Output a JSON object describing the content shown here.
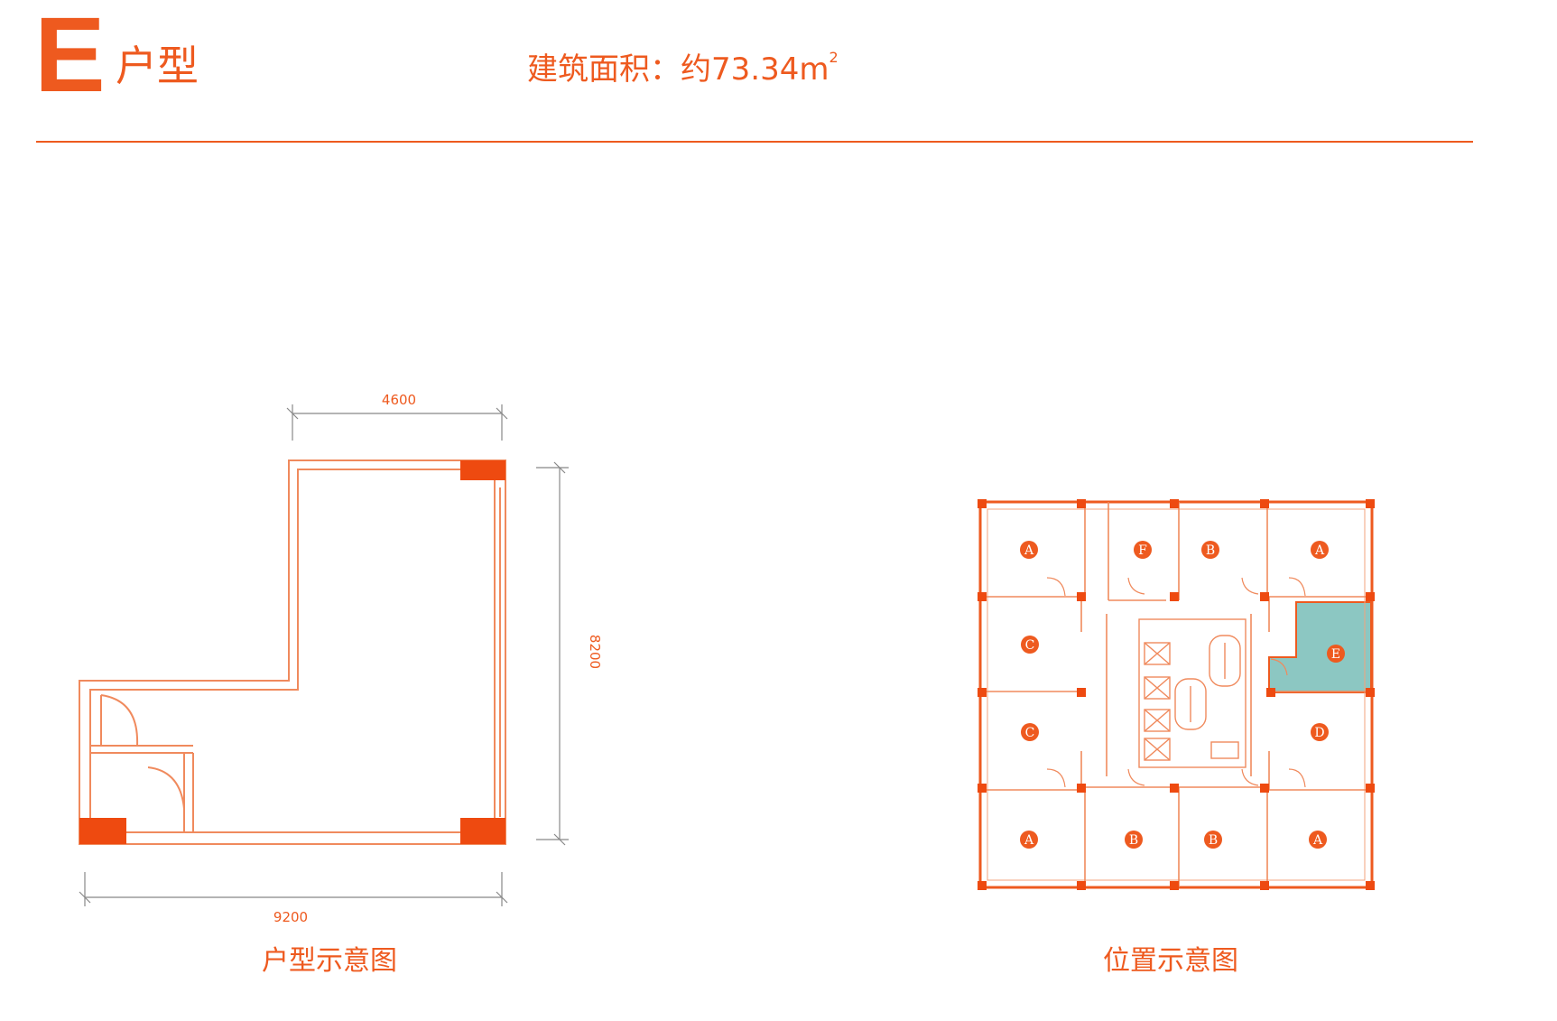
{
  "header": {
    "unit_letter": "E",
    "unit_suffix": "户型",
    "area_label": "建筑面积：约73.34m",
    "area_superscript": "2"
  },
  "floor_plan": {
    "caption": "户型示意图",
    "dim_top": "4600",
    "dim_right": "8200",
    "dim_bottom": "9200"
  },
  "location_plan": {
    "caption": "位置示意图",
    "unit_labels": [
      "A",
      "F",
      "B",
      "A",
      "C",
      "E",
      "C",
      "D",
      "A",
      "B",
      "B",
      "A"
    ],
    "highlighted_unit": "E"
  },
  "colors": {
    "accent": "#ee5a1f",
    "wall": "#f08a5d",
    "highlight": "#8cc7c2"
  }
}
